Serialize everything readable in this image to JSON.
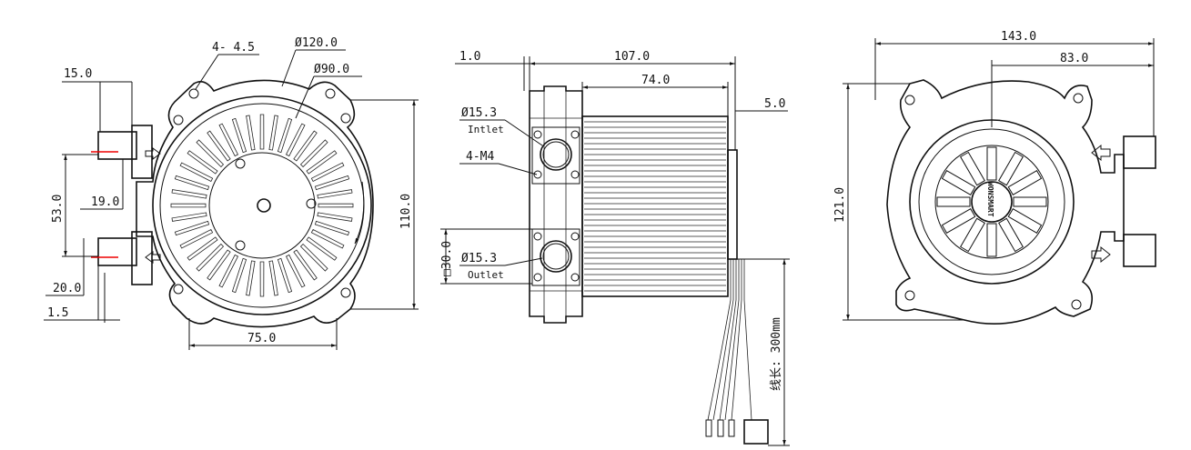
{
  "front_view": {
    "dims": {
      "holes": "4- 4.5",
      "outer_dia": "Ø120.0",
      "inner_dia": "Ø90.0",
      "d15": "15.0",
      "d53": "53.0",
      "d19": "19.0",
      "d20": "20.0",
      "d15b": "1.5",
      "d75": "75.0",
      "d110": "110.0"
    }
  },
  "side_view": {
    "dims": {
      "d1": "1.0",
      "d107": "107.0",
      "d74": "74.0",
      "d5": "5.0",
      "inlet_dia": "Ø15.3",
      "inlet_label": "Intlet",
      "m4": "4-M4",
      "sq30": "□30.0",
      "outlet_dia": "Ø15.3",
      "outlet_label": "Outlet",
      "cable": "线长: 300mm"
    }
  },
  "back_view": {
    "dims": {
      "d143": "143.0",
      "d83": "83.0",
      "d121": "121.0"
    },
    "logo": "WONSMART"
  }
}
